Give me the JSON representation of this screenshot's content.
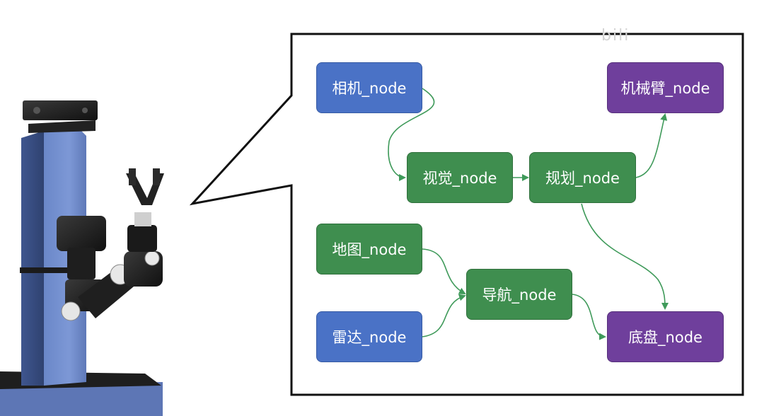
{
  "watermark": "bili",
  "nodes": {
    "camera": "相机_node",
    "vision": "视觉_node",
    "planning": "规划_node",
    "arm": "机械臂_node",
    "map": "地图_node",
    "lidar": "雷达_node",
    "navigation": "导航_node",
    "chassis": "底盘_node"
  },
  "colors": {
    "sensor_node": "#4a72c6",
    "process_node": "#3f8e4f",
    "actuator_node": "#6f3f9c",
    "edge": "#3f9a5a",
    "robot_body": "#6f8fd0"
  }
}
